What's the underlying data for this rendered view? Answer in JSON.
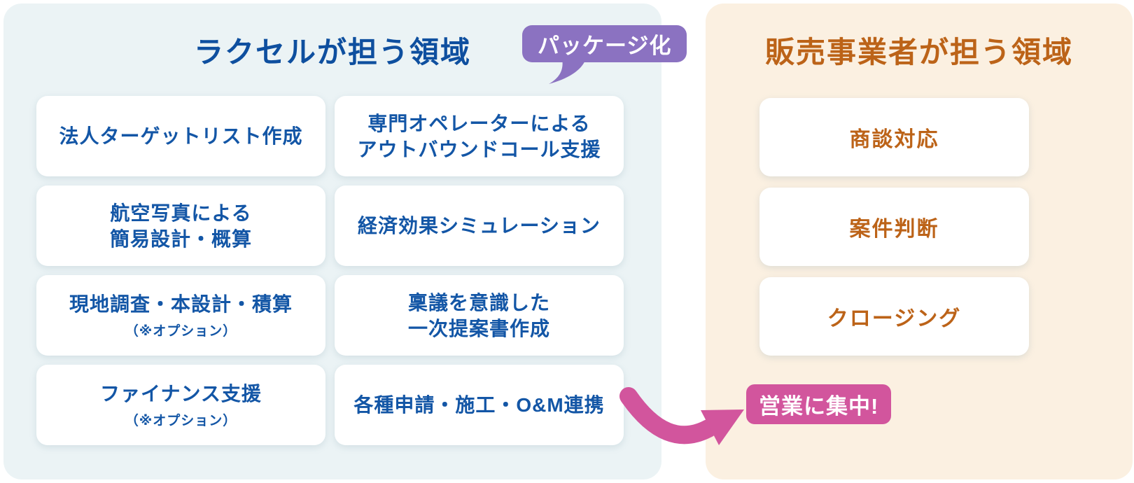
{
  "left_panel": {
    "title": "ラクセルが担う領域",
    "package_badge": "パッケージ化",
    "cards": [
      {
        "lines": [
          "法人ターゲットリスト作成"
        ]
      },
      {
        "lines": [
          "専門オペレーターによる",
          "アウトバウンドコール支援"
        ]
      },
      {
        "lines": [
          "航空写真による",
          "簡易設計・概算"
        ]
      },
      {
        "lines": [
          "経済効果シミュレーション"
        ]
      },
      {
        "lines": [
          "現地調査・本設計・積算"
        ],
        "note": "（※オプション）"
      },
      {
        "lines": [
          "稟議を意識した",
          "一次提案書作成"
        ]
      },
      {
        "lines": [
          "ファイナンス支援"
        ],
        "note": "（※オプション）"
      },
      {
        "lines": [
          "各種申請・施工・O&M連携"
        ]
      }
    ]
  },
  "right_panel": {
    "title": "販売事業者が担う領域",
    "cards": [
      {
        "label": "商談対応"
      },
      {
        "label": "案件判断"
      },
      {
        "label": "クロージング"
      }
    ],
    "focus_badge": "営業に集中!"
  },
  "colors": {
    "blue": "#1356a6",
    "blue_dark": "#0e4f9f",
    "orange": "#bc6318",
    "panel_blue": "#ebf3f5",
    "panel_cream": "#fbf0e1",
    "purple": "#8b72c1",
    "pink": "#d2559d",
    "card_bg": "#ffffff"
  }
}
